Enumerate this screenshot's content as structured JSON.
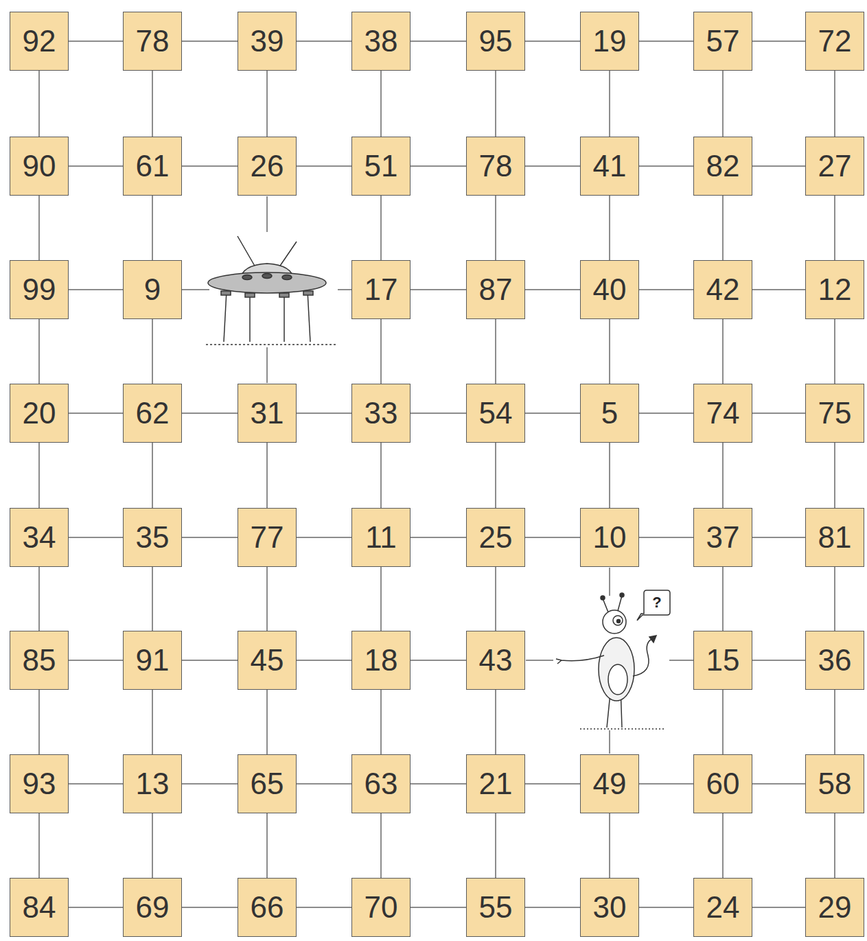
{
  "diagram": {
    "nodes": [
      {
        "text": [
          "92"
        ]
      },
      {
        "text": [
          "78"
        ]
      },
      {
        "text": [
          "39"
        ]
      },
      {
        "text": [
          "38"
        ]
      },
      {
        "text": [
          "95"
        ]
      },
      {
        "text": [
          "19"
        ]
      },
      {
        "text": [
          "57"
        ]
      },
      {
        "text": [
          "72"
        ]
      },
      {
        "text": [
          "90"
        ]
      },
      {
        "text": [
          "61"
        ]
      },
      {
        "text": [
          "26"
        ]
      },
      {
        "text": [
          "51"
        ]
      },
      {
        "text": [
          "78"
        ]
      },
      {
        "text": [
          "41"
        ]
      },
      {
        "text": [
          "82"
        ]
      },
      {
        "text": [
          "27"
        ]
      },
      {
        "text": [
          "99"
        ]
      },
      {
        "text": [
          "9"
        ]
      },
      {
        "text": [
          "17"
        ]
      },
      {
        "text": [
          "87"
        ]
      },
      {
        "text": [
          "40"
        ]
      },
      {
        "text": [
          "42"
        ]
      },
      {
        "text": [
          "12"
        ]
      },
      {
        "text": [
          "20"
        ]
      },
      {
        "text": [
          "62"
        ]
      },
      {
        "text": [
          "31"
        ]
      },
      {
        "text": [
          "33"
        ]
      },
      {
        "text": [
          "54"
        ]
      },
      {
        "text": [
          "5"
        ]
      },
      {
        "text": [
          "74"
        ]
      },
      {
        "text": [
          "75"
        ]
      },
      {
        "text": [
          "34"
        ]
      },
      {
        "text": [
          "35"
        ]
      },
      {
        "text": [
          "77"
        ]
      },
      {
        "text": [
          "11"
        ]
      },
      {
        "text": [
          "25"
        ]
      },
      {
        "text": [
          "10"
        ]
      },
      {
        "text": [
          "37"
        ]
      },
      {
        "text": [
          "81"
        ]
      },
      {
        "text": [
          "85"
        ]
      },
      {
        "text": [
          "91"
        ]
      },
      {
        "text": [
          "45"
        ]
      },
      {
        "text": [
          "18"
        ]
      },
      {
        "text": [
          "43"
        ]
      },
      {
        "text": [
          "15"
        ]
      },
      {
        "text": [
          "36"
        ]
      },
      {
        "text": [
          "93"
        ]
      },
      {
        "text": [
          "13"
        ]
      },
      {
        "text": [
          "65"
        ]
      },
      {
        "text": [
          "63"
        ]
      },
      {
        "text": [
          "21"
        ]
      },
      {
        "text": [
          "49"
        ]
      },
      {
        "text": [
          "60"
        ]
      },
      {
        "text": [
          "58"
        ]
      },
      {
        "text": [
          "84"
        ]
      },
      {
        "text": [
          "69"
        ]
      },
      {
        "text": [
          "66"
        ]
      },
      {
        "text": [
          "70"
        ]
      },
      {
        "text": [
          "55"
        ]
      },
      {
        "text": [
          "30"
        ]
      },
      {
        "text": [
          "24"
        ]
      },
      {
        "text": [
          "29"
        ]
      }
    ],
    "edges": [
      {
        "from": 0,
        "to": 1,
        "arrow": "none"
      },
      {
        "from": 1,
        "to": 2,
        "arrow": "none"
      },
      {
        "from": 2,
        "to": 3,
        "arrow": "none"
      },
      {
        "from": 3,
        "to": 4,
        "arrow": "none"
      },
      {
        "from": 4,
        "to": 5,
        "arrow": "none"
      },
      {
        "from": 5,
        "to": 6,
        "arrow": "none"
      },
      {
        "from": 6,
        "to": 7,
        "arrow": "none"
      },
      {
        "from": 8,
        "to": 9,
        "arrow": "none"
      },
      {
        "from": 9,
        "to": 10,
        "arrow": "none"
      },
      {
        "from": 10,
        "to": 11,
        "arrow": "none"
      },
      {
        "from": 11,
        "to": 12,
        "arrow": "none"
      },
      {
        "from": 12,
        "to": 13,
        "arrow": "none"
      },
      {
        "from": 13,
        "to": 14,
        "arrow": "none"
      },
      {
        "from": 14,
        "to": 15,
        "arrow": "none"
      },
      {
        "from": 16,
        "to": 17,
        "arrow": "none"
      },
      {
        "from": 18,
        "to": 19,
        "arrow": "none"
      },
      {
        "from": 19,
        "to": 20,
        "arrow": "none"
      },
      {
        "from": 20,
        "to": 21,
        "arrow": "none"
      },
      {
        "from": 21,
        "to": 22,
        "arrow": "none"
      },
      {
        "from": 23,
        "to": 24,
        "arrow": "none"
      },
      {
        "from": 24,
        "to": 25,
        "arrow": "none"
      },
      {
        "from": 25,
        "to": 26,
        "arrow": "none"
      },
      {
        "from": 26,
        "to": 27,
        "arrow": "none"
      },
      {
        "from": 27,
        "to": 28,
        "arrow": "none"
      },
      {
        "from": 28,
        "to": 29,
        "arrow": "none"
      },
      {
        "from": 29,
        "to": 30,
        "arrow": "none"
      },
      {
        "from": 31,
        "to": 32,
        "arrow": "none"
      },
      {
        "from": 32,
        "to": 33,
        "arrow": "none"
      },
      {
        "from": 33,
        "to": 34,
        "arrow": "none"
      },
      {
        "from": 34,
        "to": 35,
        "arrow": "none"
      },
      {
        "from": 35,
        "to": 36,
        "arrow": "none"
      },
      {
        "from": 36,
        "to": 37,
        "arrow": "none"
      },
      {
        "from": 37,
        "to": 38,
        "arrow": "none"
      },
      {
        "from": 39,
        "to": 40,
        "arrow": "none"
      },
      {
        "from": 40,
        "to": 41,
        "arrow": "none"
      },
      {
        "from": 41,
        "to": 42,
        "arrow": "none"
      },
      {
        "from": 42,
        "to": 43,
        "arrow": "none"
      },
      {
        "from": 44,
        "to": 45,
        "arrow": "none"
      },
      {
        "from": 46,
        "to": 47,
        "arrow": "none"
      },
      {
        "from": 47,
        "to": 48,
        "arrow": "none"
      },
      {
        "from": 48,
        "to": 49,
        "arrow": "none"
      },
      {
        "from": 49,
        "to": 50,
        "arrow": "none"
      },
      {
        "from": 50,
        "to": 51,
        "arrow": "none"
      },
      {
        "from": 51,
        "to": 52,
        "arrow": "none"
      },
      {
        "from": 52,
        "to": 53,
        "arrow": "none"
      },
      {
        "from": 54,
        "to": 55,
        "arrow": "none"
      },
      {
        "from": 55,
        "to": 56,
        "arrow": "none"
      },
      {
        "from": 56,
        "to": 57,
        "arrow": "none"
      },
      {
        "from": 57,
        "to": 58,
        "arrow": "none"
      },
      {
        "from": 58,
        "to": 59,
        "arrow": "none"
      },
      {
        "from": 59,
        "to": 60,
        "arrow": "none"
      },
      {
        "from": 60,
        "to": 61,
        "arrow": "none"
      },
      {
        "from": 0,
        "to": 8,
        "arrow": "none"
      },
      {
        "from": 8,
        "to": 16,
        "arrow": "none"
      },
      {
        "from": 16,
        "to": 23,
        "arrow": "none"
      },
      {
        "from": 23,
        "to": 31,
        "arrow": "none"
      },
      {
        "from": 31,
        "to": 39,
        "arrow": "none"
      },
      {
        "from": 39,
        "to": 46,
        "arrow": "none"
      },
      {
        "from": 46,
        "to": 54,
        "arrow": "none"
      },
      {
        "from": 1,
        "to": 9,
        "arrow": "none"
      },
      {
        "from": 9,
        "to": 17,
        "arrow": "none"
      },
      {
        "from": 17,
        "to": 24,
        "arrow": "none"
      },
      {
        "from": 24,
        "to": 32,
        "arrow": "none"
      },
      {
        "from": 32,
        "to": 40,
        "arrow": "none"
      },
      {
        "from": 40,
        "to": 47,
        "arrow": "none"
      },
      {
        "from": 47,
        "to": 55,
        "arrow": "none"
      },
      {
        "from": 2,
        "to": 10,
        "arrow": "none"
      },
      {
        "from": 25,
        "to": 33,
        "arrow": "none"
      },
      {
        "from": 33,
        "to": 41,
        "arrow": "none"
      },
      {
        "from": 41,
        "to": 48,
        "arrow": "none"
      },
      {
        "from": 48,
        "to": 56,
        "arrow": "none"
      },
      {
        "from": 3,
        "to": 11,
        "arrow": "none"
      },
      {
        "from": 11,
        "to": 18,
        "arrow": "none"
      },
      {
        "from": 18,
        "to": 26,
        "arrow": "none"
      },
      {
        "from": 26,
        "to": 34,
        "arrow": "none"
      },
      {
        "from": 34,
        "to": 42,
        "arrow": "none"
      },
      {
        "from": 42,
        "to": 49,
        "arrow": "none"
      },
      {
        "from": 49,
        "to": 57,
        "arrow": "none"
      },
      {
        "from": 4,
        "to": 12,
        "arrow": "none"
      },
      {
        "from": 12,
        "to": 19,
        "arrow": "none"
      },
      {
        "from": 19,
        "to": 27,
        "arrow": "none"
      },
      {
        "from": 27,
        "to": 35,
        "arrow": "none"
      },
      {
        "from": 35,
        "to": 43,
        "arrow": "none"
      },
      {
        "from": 43,
        "to": 50,
        "arrow": "none"
      },
      {
        "from": 50,
        "to": 58,
        "arrow": "none"
      },
      {
        "from": 5,
        "to": 13,
        "arrow": "none"
      },
      {
        "from": 13,
        "to": 20,
        "arrow": "none"
      },
      {
        "from": 20,
        "to": 28,
        "arrow": "none"
      },
      {
        "from": 28,
        "to": 36,
        "arrow": "none"
      },
      {
        "from": 51,
        "to": 59,
        "arrow": "none"
      },
      {
        "from": 6,
        "to": 14,
        "arrow": "none"
      },
      {
        "from": 14,
        "to": 21,
        "arrow": "none"
      },
      {
        "from": 21,
        "to": 29,
        "arrow": "none"
      },
      {
        "from": 29,
        "to": 37,
        "arrow": "none"
      },
      {
        "from": 37,
        "to": 44,
        "arrow": "none"
      },
      {
        "from": 44,
        "to": 52,
        "arrow": "none"
      },
      {
        "from": 52,
        "to": 60,
        "arrow": "none"
      },
      {
        "from": 7,
        "to": 15,
        "arrow": "none"
      },
      {
        "from": 15,
        "to": 22,
        "arrow": "none"
      },
      {
        "from": 22,
        "to": 30,
        "arrow": "none"
      },
      {
        "from": 30,
        "to": 38,
        "arrow": "none"
      },
      {
        "from": 38,
        "to": 45,
        "arrow": "none"
      },
      {
        "from": 45,
        "to": 53,
        "arrow": "none"
      },
      {
        "from": 53,
        "to": 61,
        "arrow": "none"
      }
    ],
    "labels": [
      "?"
    ]
  }
}
